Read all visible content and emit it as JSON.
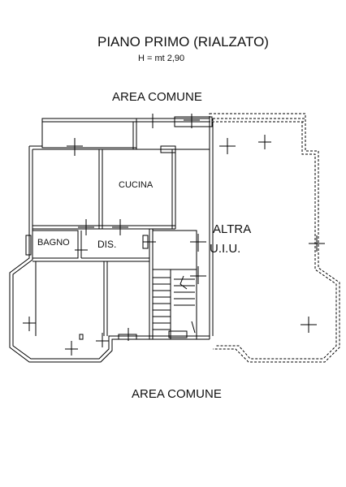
{
  "header": {
    "title": "PIANO PRIMO (RIALZATO)",
    "height_note": "H = mt 2,90"
  },
  "labels": {
    "area_top": "AREA COMUNE",
    "area_bottom": "AREA COMUNE",
    "cucina": "CUCINA",
    "bagno": "BAGNO",
    "dis": "DIS.",
    "altra_line1": "ALTRA",
    "altra_line2": "U.I.U."
  }
}
